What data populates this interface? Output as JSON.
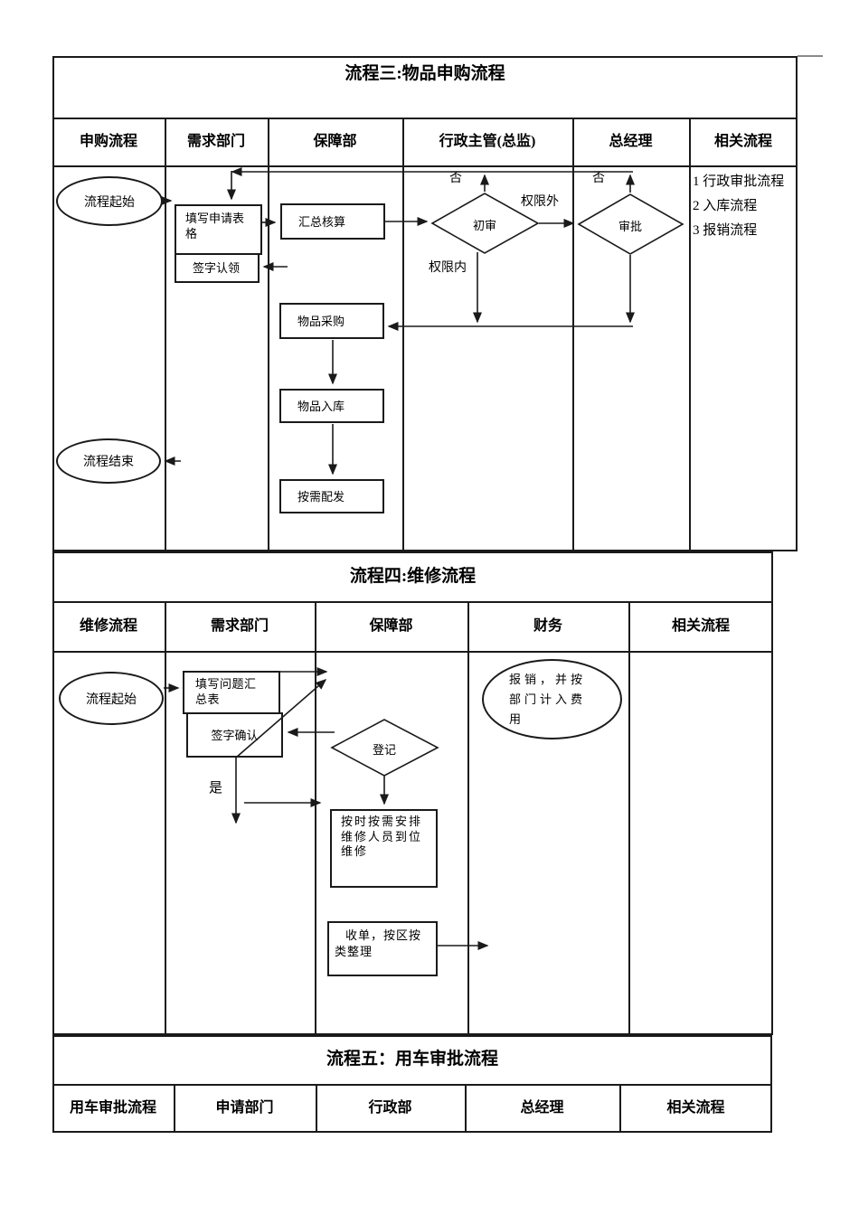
{
  "page": {
    "background": "#ffffff",
    "line_color": "#1a1a1a"
  },
  "flow3": {
    "title": "流程三:物品申购流程",
    "headers": [
      "申购流程",
      "需求部门",
      "保障部",
      "行政主管(总监)",
      "总经理",
      "相关流程"
    ],
    "nodes": {
      "start": "流程起始",
      "fill_form": "填写申请表格",
      "sign_claim": "签字认领",
      "summarize": "汇总核算",
      "first_review": "初审",
      "approve": "审批",
      "purchase": "物品采购",
      "warehouse": "物品入库",
      "distribute": "按需配发",
      "end": "流程结束"
    },
    "labels": {
      "no_first": "否",
      "no_approve": "否",
      "beyond_authority": "权限外",
      "within_authority": "权限内"
    },
    "related": [
      "1 行政审批流程",
      "2 入库流程",
      "3 报销流程"
    ]
  },
  "flow4": {
    "title": "流程四:维修流程",
    "headers": [
      "维修流程",
      "需求部门",
      "保障部",
      "财务",
      "相关流程"
    ],
    "nodes": {
      "start": "流程起始",
      "fill_issue": "填写问题汇总表",
      "sign_confirm": "签字确认",
      "register": "登记",
      "arrange": "按时按需安排维修人员到位维修",
      "collect": "收单，按区按类整理",
      "reimburse": "报销，并按部门计入费用"
    },
    "labels": {
      "yes": "是"
    }
  },
  "flow5": {
    "title": "流程五：用车审批流程",
    "headers": [
      "用车审批流程",
      "申请部门",
      "行政部",
      "总经理",
      "相关流程"
    ]
  }
}
